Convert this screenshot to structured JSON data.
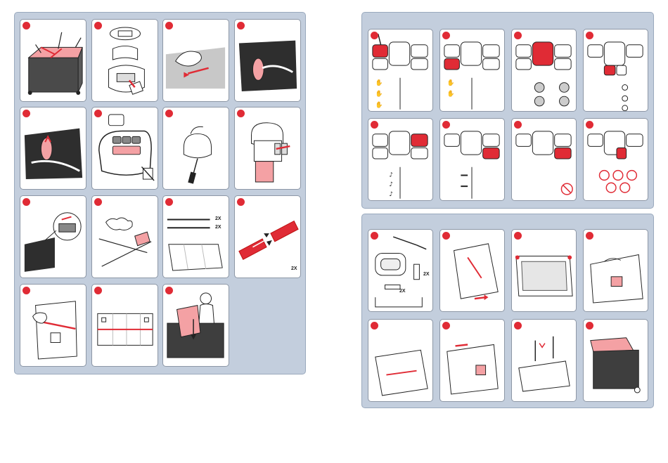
{
  "labels": {
    "two_x": "2X"
  },
  "colors": {
    "accent": "#e02b35",
    "panel_bg": "#c3cedd",
    "card_border": "#8d97a6"
  },
  "steps": {
    "left": [
      {
        "id": "L1",
        "icon": "playard-canopy-icon"
      },
      {
        "id": "L2",
        "icon": "battery-compartment-icon"
      },
      {
        "id": "L3",
        "icon": "hand-attach-strap-icon"
      },
      {
        "id": "L4",
        "icon": "fabric-clip-icon"
      },
      {
        "id": "L5",
        "icon": "fabric-clip-icon"
      },
      {
        "id": "L6",
        "icon": "control-unit-icon"
      },
      {
        "id": "L7",
        "icon": "screwdriver-icon"
      },
      {
        "id": "L8",
        "icon": "battery-insert-icon"
      },
      {
        "id": "L9",
        "icon": "buckle-icon"
      },
      {
        "id": "L10",
        "icon": "click-attach-icon"
      },
      {
        "id": "L11",
        "icon": "rods-and-mat-icon"
      },
      {
        "id": "L12",
        "icon": "tube-connect-icon"
      },
      {
        "id": "L13",
        "icon": "strap-through-icon"
      },
      {
        "id": "L14",
        "icon": "mattress-board-icon"
      },
      {
        "id": "L15",
        "icon": "place-mattress-icon"
      }
    ],
    "controls": [
      {
        "id": "C1",
        "icon": "volume-button-icon"
      },
      {
        "id": "C2",
        "icon": "volume-down-button-icon"
      },
      {
        "id": "C3",
        "icon": "light-button-icon"
      },
      {
        "id": "C4",
        "icon": "timer-button-icon"
      },
      {
        "id": "C5",
        "icon": "music-button-icon"
      },
      {
        "id": "C6",
        "icon": "nature-sounds-button-icon"
      },
      {
        "id": "C7",
        "icon": "vibration-button-icon"
      },
      {
        "id": "C8",
        "icon": "off-button-icon"
      }
    ],
    "assembly": [
      {
        "id": "A1",
        "icon": "parts-overview-icon"
      },
      {
        "id": "A2",
        "icon": "unfold-icon"
      },
      {
        "id": "A3",
        "icon": "frame-top-icon"
      },
      {
        "id": "A4",
        "icon": "attach-corner-icon"
      },
      {
        "id": "A5",
        "icon": "attach-side-icon"
      },
      {
        "id": "A6",
        "icon": "lock-rail-icon"
      },
      {
        "id": "A7",
        "icon": "legs-icon"
      },
      {
        "id": "A8",
        "icon": "finished-playard-icon"
      }
    ]
  }
}
